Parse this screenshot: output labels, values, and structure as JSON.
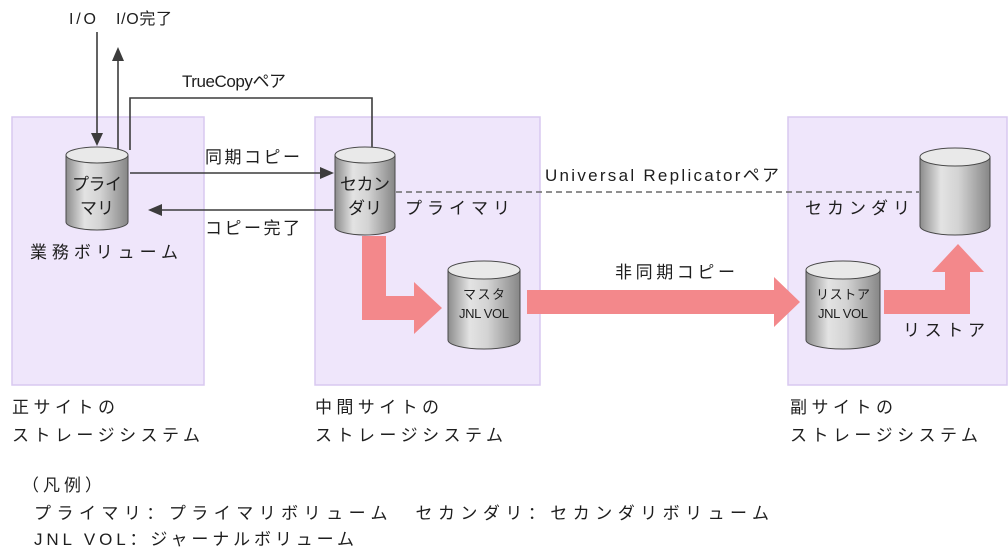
{
  "host_io": {
    "io_label": "I/O",
    "io_complete_label": "I/O完了"
  },
  "truecopy": {
    "pair_label": "TrueCopyペア",
    "sync_copy_label": "同期コピー",
    "copy_complete_label": "コピー完了"
  },
  "universal_replicator": {
    "pair_label": "Universal Replicatorペア",
    "async_copy_label": "非同期コピー",
    "restore_label": "リストア"
  },
  "primary_site": {
    "name_lines": [
      "正サイトの",
      "ストレージシステム"
    ],
    "volume": {
      "lines": [
        "プライ",
        "マリ"
      ],
      "caption": "業務ボリューム"
    }
  },
  "intermediate_site": {
    "name_lines": [
      "中間サイトの",
      "ストレージシステム"
    ],
    "volume": {
      "lines": [
        "セカン",
        "ダリ"
      ],
      "role_label": "プライマリ"
    },
    "journal": {
      "lines": [
        "マスタ",
        "JNL VOL"
      ]
    }
  },
  "secondary_site": {
    "name_lines": [
      "副サイトの",
      "ストレージシステム"
    ],
    "volume": {
      "role_label": "セカンダリ"
    },
    "journal": {
      "lines": [
        "リストア",
        "JNL VOL"
      ]
    }
  },
  "legend": {
    "title": "（凡例）",
    "lines": [
      "プライマリ：プライマリボリューム　セカンダリ：セカンダリボリューム",
      "JNL VOL：ジャーナルボリューム"
    ]
  },
  "colors": {
    "site_box_fill": "#efe6fb",
    "site_box_stroke": "#d8c8f0",
    "async_copy_arrow": "#f3888b",
    "connector_line": "#3c3c3c",
    "pair_dashed_line": "#6a6a6a"
  }
}
